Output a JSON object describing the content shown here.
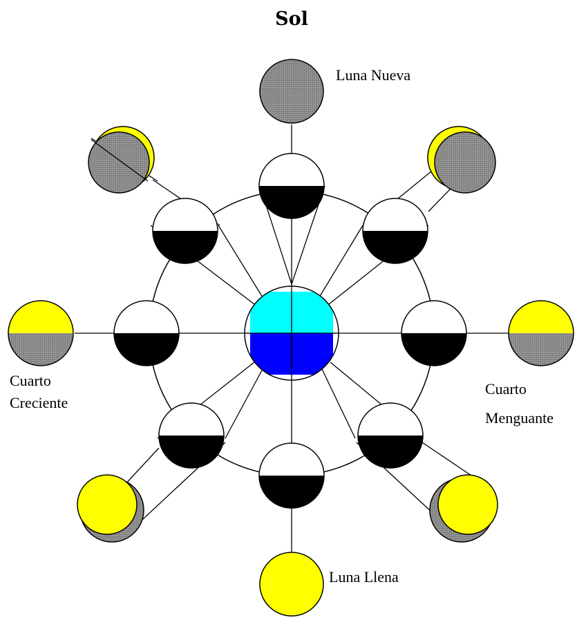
{
  "title": "Sol",
  "labels": {
    "new_moon": "Luna Nueva",
    "first_quarter_line1": "Cuarto",
    "first_quarter_line2": "Creciente",
    "last_quarter_line1": "Cuarto",
    "last_quarter_line2": "Menguante",
    "full_moon": "Luna Llena"
  },
  "colors": {
    "earth_day": "#00ffff",
    "earth_night": "#0000ff",
    "moon_lit": "#ffffff",
    "moon_dark": "#000000",
    "visible_lit": "#ffff00",
    "visible_dark": "#808080",
    "outline": "#000000"
  }
}
